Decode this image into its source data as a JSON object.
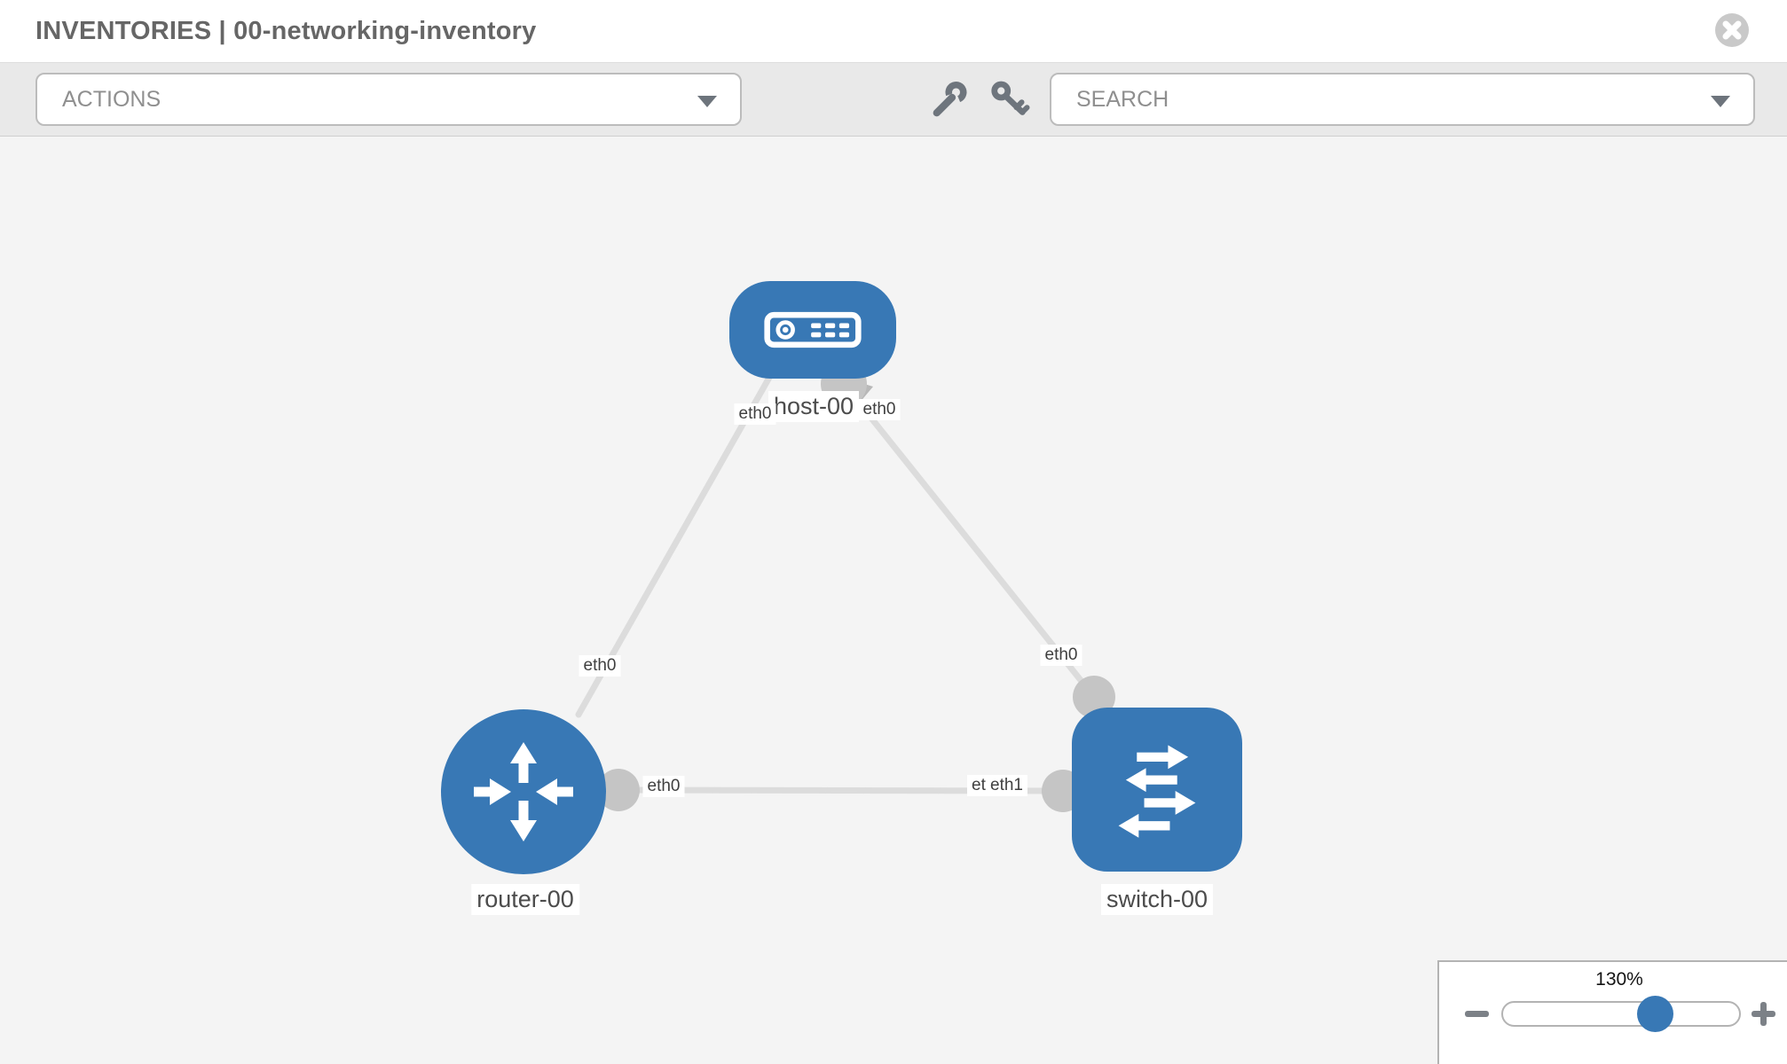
{
  "window": {
    "title": "INVENTORIES | 00-networking-inventory"
  },
  "toolbar": {
    "actions_label": "ACTIONS",
    "search_placeholder": "SEARCH"
  },
  "icons": {
    "close": "x-circle-icon",
    "wrench": "wrench-icon",
    "key": "key-icon",
    "caret": "caret-down-icon",
    "zoom_out": "minus-icon",
    "zoom_in": "plus-icon"
  },
  "topology": {
    "nodes": [
      {
        "id": "host-00",
        "type": "host",
        "label": "host-00"
      },
      {
        "id": "router-00",
        "type": "router",
        "label": "router-00"
      },
      {
        "id": "switch-00",
        "type": "switch",
        "label": "switch-00"
      }
    ],
    "links": [
      {
        "from": "host-00",
        "to": "router-00",
        "from_interface": "eth0",
        "to_interface": "eth0"
      },
      {
        "from": "host-00",
        "to": "switch-00",
        "from_interface": "eth0",
        "to_interface": "eth0"
      },
      {
        "from": "router-00",
        "to": "switch-00",
        "from_interface": "eth0",
        "to_interface": "eth1"
      }
    ],
    "labels": {
      "host_left_iface": "eth0",
      "host_right_iface": "eth0",
      "router_top_iface": "eth0",
      "router_right_iface": "eth0",
      "switch_top_iface": "eth0",
      "switch_left_iface_back": "eth0",
      "switch_left_iface_front": "eth1"
    }
  },
  "zoom_control": {
    "percent": "130%"
  },
  "colors": {
    "node_blue": "#3878b5",
    "canvas_bg": "#f4f4f4",
    "link_gray": "#dcdcdc",
    "port_gray": "#c5c5c5",
    "toolbar_bg": "#e9e9e9"
  }
}
